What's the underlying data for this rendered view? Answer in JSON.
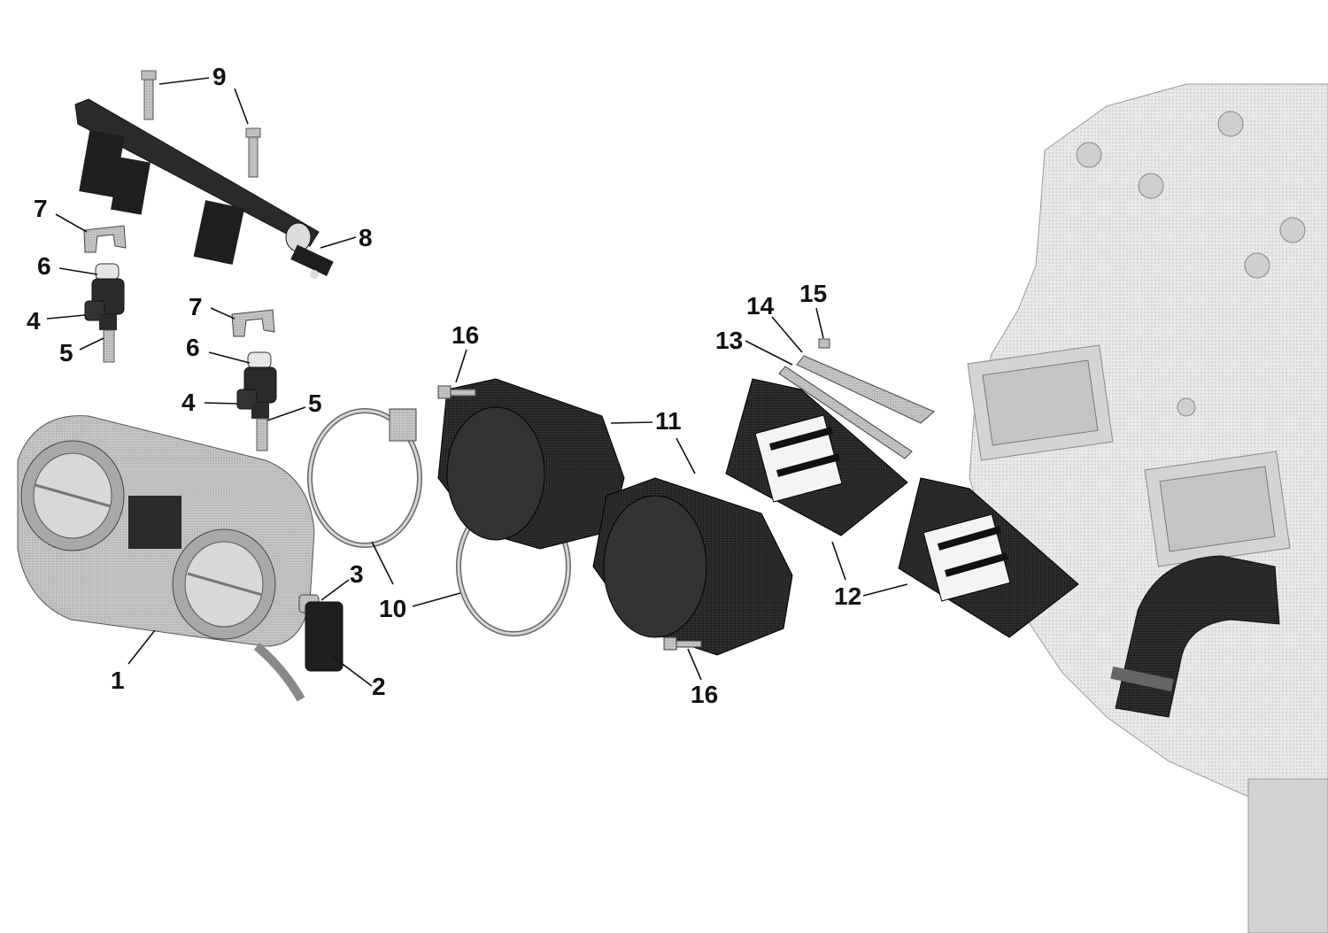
{
  "callouts": [
    {
      "id": "c1",
      "label": "1"
    },
    {
      "id": "c2",
      "label": "2"
    },
    {
      "id": "c3",
      "label": "3"
    },
    {
      "id": "c4a",
      "label": "4"
    },
    {
      "id": "c4b",
      "label": "4"
    },
    {
      "id": "c5a",
      "label": "5"
    },
    {
      "id": "c5b",
      "label": "5"
    },
    {
      "id": "c6a",
      "label": "6"
    },
    {
      "id": "c6b",
      "label": "6"
    },
    {
      "id": "c7a",
      "label": "7"
    },
    {
      "id": "c7b",
      "label": "7"
    },
    {
      "id": "c8",
      "label": "8"
    },
    {
      "id": "c9",
      "label": "9"
    },
    {
      "id": "c10",
      "label": "10"
    },
    {
      "id": "c11",
      "label": "11"
    },
    {
      "id": "c12",
      "label": "12"
    },
    {
      "id": "c13",
      "label": "13"
    },
    {
      "id": "c14",
      "label": "14"
    },
    {
      "id": "c15",
      "label": "15"
    },
    {
      "id": "c16a",
      "label": "16"
    },
    {
      "id": "c16b",
      "label": "16"
    }
  ],
  "colors": {
    "callout_text": "#111111",
    "part_black": "#1f1f1f",
    "part_metal": "#b9b9b9",
    "engine_ghost": "#dcdcdc"
  }
}
